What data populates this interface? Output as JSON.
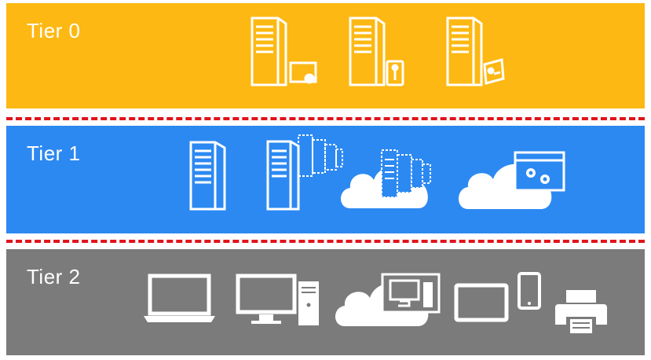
{
  "colors": {
    "tier0": "#FDB813",
    "tier1": "#2C89F2",
    "tier2": "#7B7B7B",
    "divider": "#E0141B",
    "icon": "#FFFFFF"
  },
  "tiers": [
    {
      "label": "Tier 0",
      "icons": [
        "server-certificate-icon",
        "server-key-icon",
        "server-identity-icon"
      ]
    },
    {
      "label": "Tier 1",
      "icons": [
        "server-icon",
        "server-farm-icon",
        "cloud-server-farm-icon",
        "cloud-app-icon"
      ]
    },
    {
      "label": "Tier 2",
      "icons": [
        "laptop-icon",
        "desktop-tower-icon",
        "cloud-desktop-icon",
        "tablet-icon",
        "phone-icon",
        "printer-icon"
      ]
    }
  ]
}
